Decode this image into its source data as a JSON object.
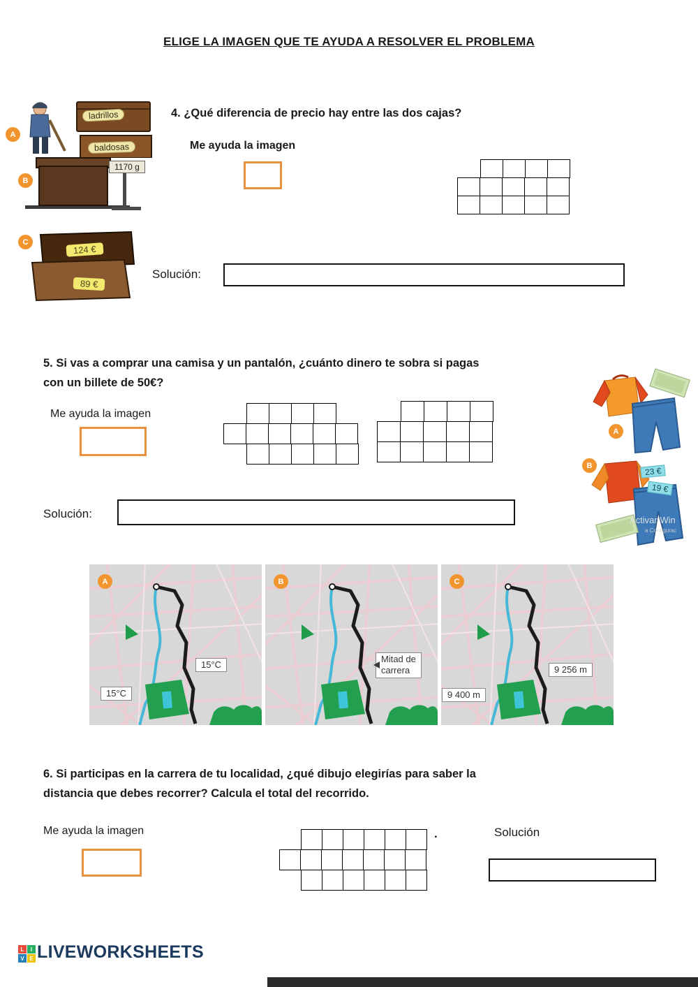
{
  "title": "ELIGE LA IMAGEN QUE TE AYUDA A RESOLVER EL PROBLEMA",
  "options": {
    "a_label": "A",
    "b_label": "B",
    "c_label": "C",
    "bricks_label": "ladrillos",
    "tiles_label": "baldosas",
    "scale_display": "1170 g",
    "box_price_1": "124 €",
    "box_price_2": "89 €"
  },
  "q4": {
    "question": "4. ¿Qué diferencia de precio hay entre las dos cajas?",
    "helper": "Me ayuda la imagen",
    "answer": "",
    "solution_label": "Solución:",
    "solution": ""
  },
  "q5": {
    "question_line1": "5. Si vas a comprar una camisa y un pantalón, ¿cuánto dinero te sobra si pagas",
    "question_line2": "con un billete de 50€?",
    "helper": "Me ayuda la imagen",
    "answer": "",
    "solution_label": "Solución:",
    "solution": "",
    "clothes_a_label": "A",
    "clothes_b_label": "B",
    "shirt_price": "23 €",
    "pants_price": "19 €"
  },
  "watermark": {
    "line1": "Activar Win",
    "line2": "a Configurac"
  },
  "maps": {
    "a_label": "A",
    "b_label": "B",
    "c_label": "C",
    "a_tag_route": "15°C",
    "a_tag_bottom": "15°C",
    "b_tag_line1": "Mitad de",
    "b_tag_line2": "carrera",
    "c_tag_route": "9 256 m",
    "c_tag_bottom": "9 400 m"
  },
  "q6": {
    "question_line1": "6. Si participas en la carrera de tu localidad, ¿qué dibujo elegirías para saber la",
    "question_line2": "distancia que debes recorrer? Calcula el total del recorrido.",
    "helper": "Me ayuda la imagen",
    "answer": "",
    "dot": ".",
    "solution_label": "Solución",
    "solution": ""
  },
  "footer": {
    "brand": "LIVEWORKSHEETS",
    "logo_letters": [
      "L",
      "I",
      "V",
      "E"
    ]
  },
  "grids": {
    "q4": {
      "cellW": 33,
      "cellH": 27,
      "rows": [
        {
          "offset": 1,
          "cols": 4
        },
        {
          "offset": 0,
          "cols": 5
        },
        {
          "offset": 0,
          "cols": 5
        }
      ]
    },
    "q5a": {
      "cellW": 33,
      "cellH": 30,
      "rows": [
        {
          "offset": 1,
          "cols": 4
        },
        {
          "offset": 0,
          "cols": 6
        },
        {
          "offset": 1,
          "cols": 5
        }
      ]
    },
    "q5b": {
      "cellW": 34,
      "cellH": 30,
      "rows": [
        {
          "offset": 1,
          "cols": 4
        },
        {
          "offset": 0,
          "cols": 5
        },
        {
          "offset": 0,
          "cols": 5
        }
      ]
    },
    "q6": {
      "cellW": 31,
      "cellH": 30,
      "rows": [
        {
          "offset": 1,
          "cols": 6
        },
        {
          "offset": 0,
          "cols": 7
        },
        {
          "offset": 1,
          "cols": 6
        }
      ]
    }
  },
  "colors": {
    "accent_orange": "#f2952e",
    "answer_box_border": "#e8913c",
    "brand_navy": "#1b3a5e",
    "map_background": "#d8d8d8",
    "route_black": "#1c1c1c",
    "river_blue": "#45b8d8",
    "park_green": "#23a04f"
  }
}
